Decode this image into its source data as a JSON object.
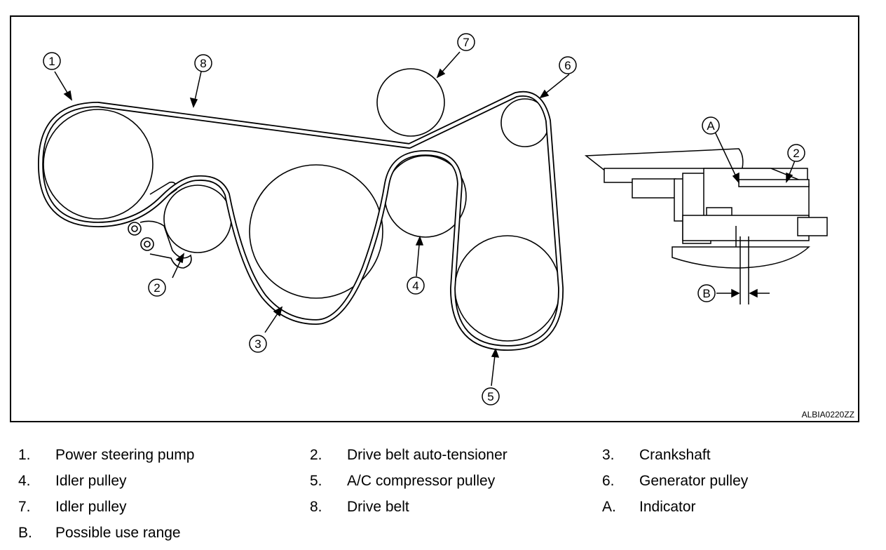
{
  "figure": {
    "reference_code": "ALBIA0220ZZ",
    "callouts": [
      {
        "id": "1",
        "label": "1"
      },
      {
        "id": "2",
        "label": "2"
      },
      {
        "id": "3",
        "label": "3"
      },
      {
        "id": "4",
        "label": "4"
      },
      {
        "id": "5",
        "label": "5"
      },
      {
        "id": "6",
        "label": "6"
      },
      {
        "id": "7",
        "label": "7"
      },
      {
        "id": "8",
        "label": "8"
      },
      {
        "id": "detail-2",
        "label": "2"
      },
      {
        "id": "A",
        "label": "A"
      },
      {
        "id": "B",
        "label": "B"
      }
    ]
  },
  "legend": {
    "items": [
      {
        "num": "1.",
        "text": "Power steering pump"
      },
      {
        "num": "2.",
        "text": "Drive belt auto-tensioner"
      },
      {
        "num": "3.",
        "text": "Crankshaft"
      },
      {
        "num": "4.",
        "text": "Idler pulley"
      },
      {
        "num": "5.",
        "text": "A/C compressor pulley"
      },
      {
        "num": "6.",
        "text": "Generator pulley"
      },
      {
        "num": "7.",
        "text": "Idler pulley"
      },
      {
        "num": "8.",
        "text": "Drive belt"
      },
      {
        "num": "A.",
        "text": "Indicator"
      },
      {
        "num": "B.",
        "text": "Possible use range"
      }
    ]
  }
}
